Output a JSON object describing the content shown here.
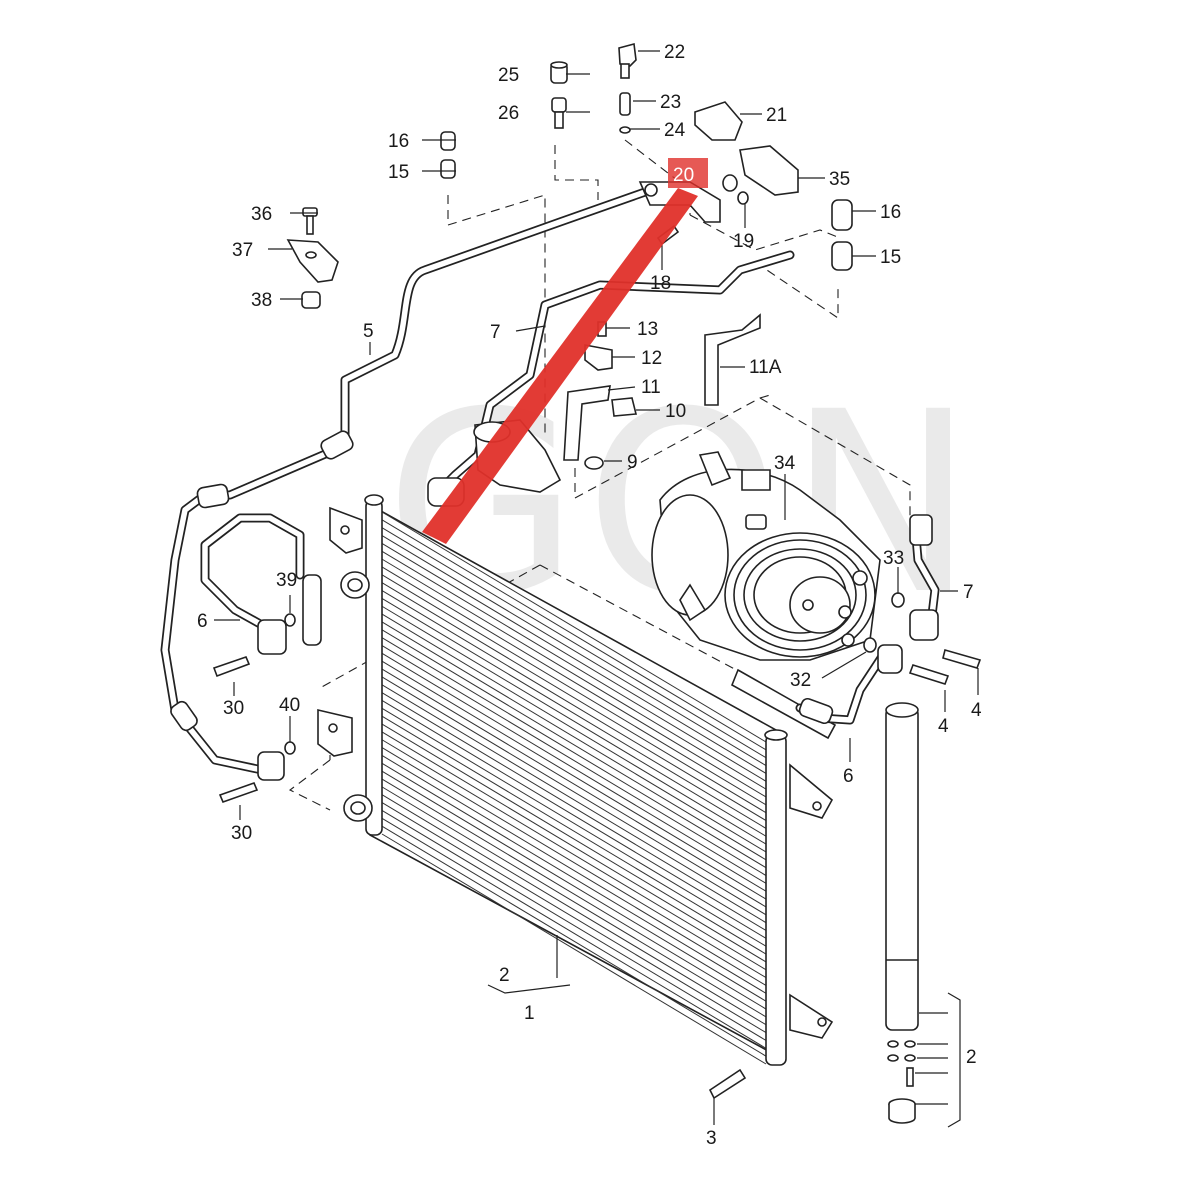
{
  "watermark": "GQN",
  "highlight": {
    "part": "20",
    "color": "#e0302a"
  },
  "labels": {
    "p1": "1",
    "p2_assembly": "2",
    "p2_dryer": "2",
    "p3_bot": "3",
    "p4_a": "4",
    "p4_b": "4",
    "p5": "5",
    "p6_left": "6",
    "p6_right": "6",
    "p7_top": "7",
    "p7_right": "7",
    "p9": "9",
    "p10": "10",
    "p11": "11",
    "p11a": "11A",
    "p12": "12",
    "p13": "13",
    "p15_left": "15",
    "p15_right": "15",
    "p16_left": "16",
    "p16_right": "16",
    "p18": "18",
    "p19": "19",
    "p20": "20",
    "p21": "21",
    "p22": "22",
    "p23": "23",
    "p24": "24",
    "p25": "25",
    "p26": "26",
    "p30_top": "30",
    "p30_bot": "30",
    "p32": "32",
    "p33": "33",
    "p34": "34",
    "p35": "35",
    "p36": "36",
    "p37": "37",
    "p38": "38",
    "p39": "39",
    "p40": "40"
  }
}
